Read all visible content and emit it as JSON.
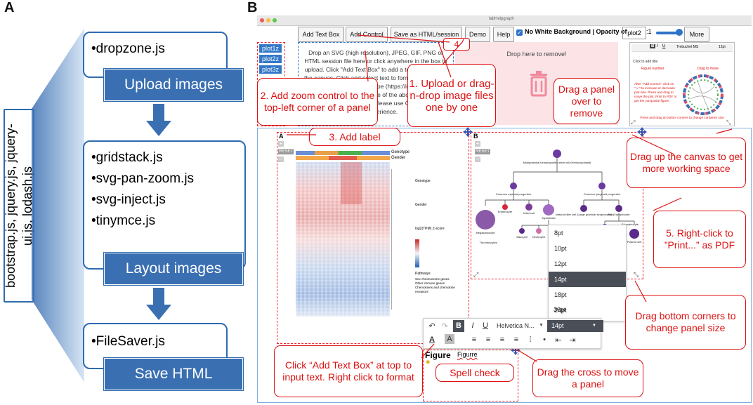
{
  "panel_a": {
    "label": "A",
    "side_text": "bootstrap.js, jquery.js, jquery-ui.js, lodash.js",
    "stages": [
      {
        "libs": [
          "dropzone.js"
        ],
        "title": "Upload images"
      },
      {
        "libs": [
          "gridstack.js",
          "svg-pan-zoom.js",
          "svg-inject.js",
          "tinymce.js"
        ],
        "title": "Layout images"
      },
      {
        "libs": [
          "FileSaver.js"
        ],
        "title": "Save HTML"
      }
    ]
  },
  "panel_b": {
    "label": "B",
    "window_title": "labHelpgraph",
    "toolbar": {
      "add_text_box": "Add Text Box",
      "add_control": "Add Control",
      "save_html": "Save as HTML/session",
      "demo": "Demo",
      "help": "Help",
      "no_white_bg": "No White Background",
      "opacity_of": "Opacity of",
      "opacity_value": "plot2",
      "opacity_suffix": ":1",
      "more": "More"
    },
    "plots": [
      "plot1z",
      "plot2z",
      "plot3z"
    ],
    "dropzone_text": "Drop an SVG (high resolution), JPEG, GIF, PNG or HTML session file here or click anywhere in the box to upload. Click \"Add Text Box\" to add a text input box to the canvas. Click and select text to format. Please use the open-source tool Inkscape (https://inkscape.org) to convert other formats to one of the above acceptable formats, preferably SVG. Please use Chrome for the best experience.",
    "remove_zone_text": "Drop here to remove!",
    "callouts": {
      "c1": "1. Upload or drag-n-drop image files one by one",
      "c2": "2. Add zoom control to the top-left corner of a panel",
      "c3": "3. Add label",
      "c4": "4",
      "c5": "5. Right-click to ”Print...” as PDF",
      "drag_remove": "Drag a panel over to remove",
      "drag_canvas": "Drag up the canvas to get more working space",
      "drag_corners": "Drag bottom corners to change panel size",
      "add_text": "Click “Add Text Box” at top to input text. Right click to format",
      "spell": "Spell check",
      "drag_cross": "Drag the cross to move a panel"
    },
    "preview": {
      "font_name": "Trebuchet MS",
      "font_size": "12pt",
      "click_add_title": "Click to add title",
      "figure_number": "Figure number",
      "drag_to_move": "Drag to move",
      "instructions": "After \"Add Control\", click on \"+/-\" to increase or decrease plot size. Press and drag to move the plot. Print to PDF to get the composite figure.",
      "bottom_text": "Press and drag at bottom corners to change container size"
    },
    "panel_a_inner": {
      "letter": "A",
      "reset": "RESET",
      "genotype": "Genotype",
      "gender": "Gender",
      "legend_genotype": "Genotype",
      "legend_gender": "Gender",
      "legend_scale": "log2(TPM) Z-score",
      "legend_pathways": "Pathways",
      "pathways": [
        "Sex chromosome genes",
        "Other immune genes",
        "Chemokines and chemokine receptors"
      ]
    },
    "panel_b_inner": {
      "letter": "B",
      "reset": "RESET",
      "nodes": {
        "root": "Multipotential hematopoietic stem cell (Hemocytoblast)",
        "myeloid": "Common myeloid progenitor",
        "lymphoid": "Common lymphoid progenitor",
        "erythrocyte": "Erythrocyte",
        "mast": "Mast cell",
        "myeloblast": "Myeloblast",
        "nk": "Natural killer cell (Large granular lymphocyte)",
        "small_lymph": "Small lymphocyte",
        "mega": "Megakaryocyte",
        "thrombo": "Thrombocytes",
        "baso": "Basophil",
        "neutro": "Neutrophil",
        "eosino": "Eosinophil",
        "t_lymph": "T lymphocyte",
        "b_lymph": "B lymphocyte",
        "plasma": "Plasma cell"
      }
    },
    "font_sizes": [
      "8pt",
      "10pt",
      "12pt",
      "14pt",
      "18pt",
      "24pt",
      "36pt"
    ],
    "selected_font_size": "14pt",
    "editor": {
      "font": "Helvetica N...",
      "size": "14pt",
      "figure_text": "Figure",
      "misspelled": "Figurre"
    },
    "colors": {
      "accent_red": "#dd2222",
      "blue": "#2e6bb0",
      "selected": "#4a4f57"
    }
  }
}
